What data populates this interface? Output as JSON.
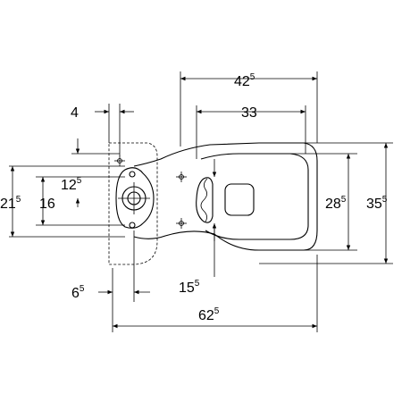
{
  "dimensions": {
    "width_top": {
      "main": "42",
      "sup": "5"
    },
    "width_bolts": {
      "main": "33",
      "sup": ""
    },
    "offset_left": {
      "main": "4",
      "sup": ""
    },
    "height_inlet": {
      "main": "12",
      "sup": "5"
    },
    "height_outer": {
      "main": "21",
      "sup": "5"
    },
    "height_inner": {
      "main": "16",
      "sup": ""
    },
    "height_seat": {
      "main": "28",
      "sup": "5"
    },
    "height_total": {
      "main": "35",
      "sup": "5"
    },
    "offset_bottom": {
      "main": "6",
      "sup": "5"
    },
    "offset_fixing": {
      "main": "15",
      "sup": "5"
    },
    "length_total": {
      "main": "62",
      "sup": "5"
    }
  }
}
